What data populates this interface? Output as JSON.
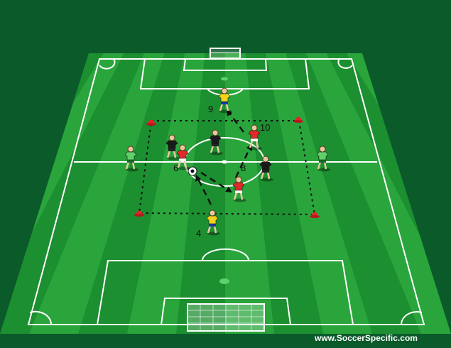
{
  "colors": {
    "background": "#0a5a2a",
    "stripe_light": "#2aa53c",
    "stripe_dark": "#1c8f30",
    "line": "#ffffff",
    "cone": "#e8232a",
    "grid": "#111111",
    "team_yellow": "#f2d21a",
    "team_red": "#e02a2a",
    "team_black": "#1a1a1a",
    "team_green": "#5fd06a"
  },
  "players": [
    {
      "id": "yellow-9",
      "team": "yellow",
      "number": "9"
    },
    {
      "id": "yellow-4",
      "team": "yellow",
      "number": "4"
    },
    {
      "id": "red-10",
      "team": "red",
      "number": "10"
    },
    {
      "id": "red-6",
      "team": "red",
      "number": "6"
    },
    {
      "id": "red-8",
      "team": "red",
      "number": "8"
    },
    {
      "id": "black-1",
      "team": "black",
      "number": ""
    },
    {
      "id": "black-2",
      "team": "black",
      "number": ""
    },
    {
      "id": "black-3",
      "team": "black",
      "number": ""
    },
    {
      "id": "green-left",
      "team": "green",
      "number": ""
    },
    {
      "id": "green-right",
      "team": "green",
      "number": ""
    }
  ],
  "watermark": "www.SoccerSpecific.com"
}
